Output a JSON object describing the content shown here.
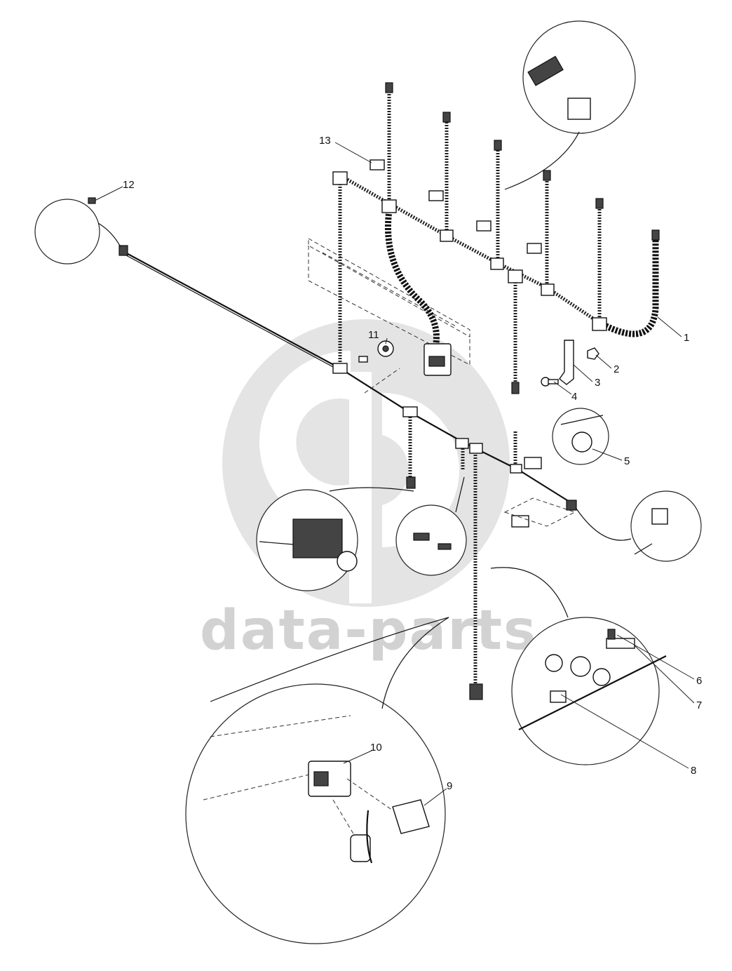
{
  "watermark": {
    "text": "data-parts",
    "color": "#d2d2d2"
  },
  "callouts": [
    {
      "id": "1",
      "label": "1"
    },
    {
      "id": "2",
      "label": "2"
    },
    {
      "id": "3",
      "label": "3"
    },
    {
      "id": "4",
      "label": "4"
    },
    {
      "id": "5",
      "label": "5"
    },
    {
      "id": "6",
      "label": "6"
    },
    {
      "id": "7",
      "label": "7"
    },
    {
      "id": "8",
      "label": "8"
    },
    {
      "id": "9",
      "label": "9"
    },
    {
      "id": "10",
      "label": "10"
    },
    {
      "id": "11",
      "label": "11"
    },
    {
      "id": "12",
      "label": "12"
    },
    {
      "id": "13",
      "label": "13"
    }
  ]
}
